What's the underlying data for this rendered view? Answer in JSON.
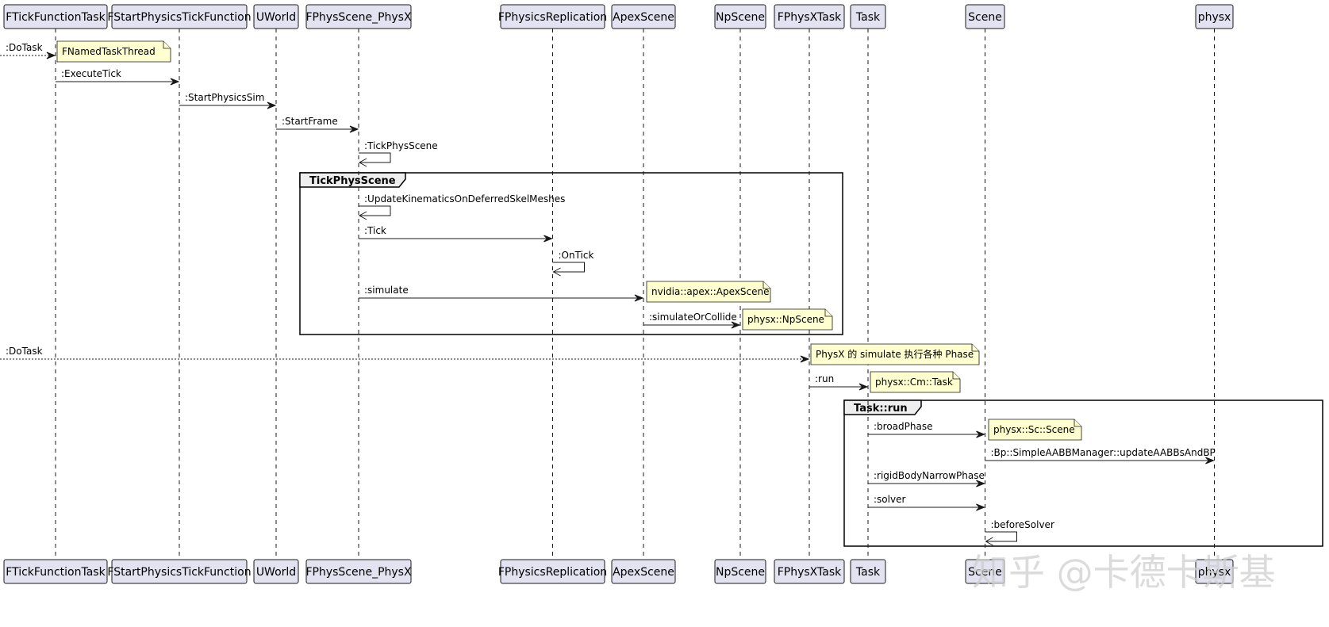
{
  "participants": [
    {
      "id": "ftf",
      "label": "FTickFunctionTask"
    },
    {
      "id": "fsptf",
      "label": "FStartPhysicsTickFunction"
    },
    {
      "id": "uworld",
      "label": "UWorld"
    },
    {
      "id": "fps",
      "label": "FPhysScene_PhysX"
    },
    {
      "id": "fprep",
      "label": "FPhysicsReplication"
    },
    {
      "id": "apex",
      "label": "ApexScene"
    },
    {
      "id": "np",
      "label": "NpScene"
    },
    {
      "id": "fptask",
      "label": "FPhysXTask"
    },
    {
      "id": "task",
      "label": "Task"
    },
    {
      "id": "scene",
      "label": "Scene"
    },
    {
      "id": "physx",
      "label": "physx"
    }
  ],
  "messages": [
    {
      "from": "_left",
      "to": "ftf",
      "label": ":DoTask",
      "style": "dotted"
    },
    {
      "from": "ftf",
      "to": "fsptf",
      "label": ":ExecuteTick"
    },
    {
      "from": "fsptf",
      "to": "uworld",
      "label": ":StartPhysicsSim"
    },
    {
      "from": "uworld",
      "to": "fps",
      "label": ":StartFrame"
    },
    {
      "from": "fps",
      "to": "fps",
      "label": ":TickPhysScene"
    },
    {
      "from": "fps",
      "to": "fps",
      "label": ":UpdateKinematicsOnDeferredSkelMeshes"
    },
    {
      "from": "fps",
      "to": "fprep",
      "label": ":Tick"
    },
    {
      "from": "fprep",
      "to": "fprep",
      "label": ":OnTick"
    },
    {
      "from": "fps",
      "to": "apex",
      "label": ":simulate"
    },
    {
      "from": "apex",
      "to": "np",
      "label": ":simulateOrCollide"
    },
    {
      "from": "_left",
      "to": "fptask",
      "label": ":DoTask",
      "style": "dotted"
    },
    {
      "from": "fptask",
      "to": "task",
      "label": ":run"
    },
    {
      "from": "task",
      "to": "scene",
      "label": ":broadPhase"
    },
    {
      "from": "scene",
      "to": "physx",
      "label": ":Bp::SimpleAABBManager::updateAABBsAndBP"
    },
    {
      "from": "task",
      "to": "scene",
      "label": ":rigidBodyNarrowPhase"
    },
    {
      "from": "task",
      "to": "scene",
      "label": ":solver"
    },
    {
      "from": "scene",
      "to": "scene",
      "label": ":beforeSolver"
    }
  ],
  "notes": [
    {
      "near": "ftf",
      "text": "FNamedTaskThread"
    },
    {
      "near": "apex",
      "text": "nvidia::apex::ApexScene"
    },
    {
      "near": "np",
      "text": "physx::NpScene"
    },
    {
      "near": "fptask",
      "text": "PhysX 的 simulate 执行各种 Phase"
    },
    {
      "near": "task",
      "text": "physx::Cm::Task"
    },
    {
      "near": "scene",
      "text": "physx::Sc::Scene"
    }
  ],
  "groups": [
    {
      "label": "TickPhysScene"
    },
    {
      "label": "Task::run"
    }
  ],
  "watermark": "知乎 @卡德卡斯基"
}
